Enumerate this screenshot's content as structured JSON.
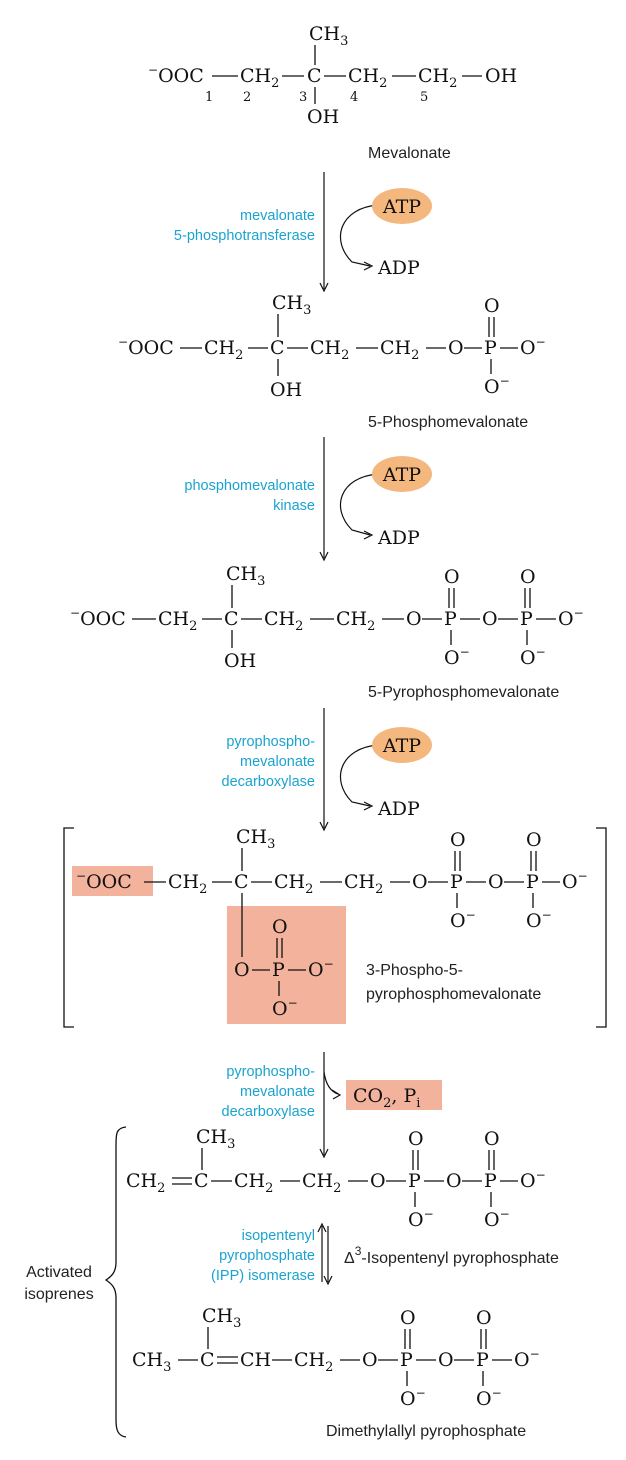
{
  "colors": {
    "enzyme_text": "#1ba3d0",
    "cofactor_fill": "#f4b77e",
    "highlight_fill": "#f2b29c",
    "ink": "#111111"
  },
  "compounds": {
    "mevalonate": "Mevalonate",
    "phosphomevalonate": "5-Phosphomevalonate",
    "pyrophosphomevalonate": "5-Pyrophosphomevalonate",
    "phospho_pyro_line1": "3-Phospho-5-",
    "phospho_pyro_line2": "pyrophosphomevalonate",
    "ipp": "-Isopentenyl pyrophosphate",
    "ipp_delta": "Δ",
    "ipp_sup": "3",
    "dmapp": "Dimethylallyl pyrophosphate"
  },
  "enzymes": {
    "step1": [
      "mevalonate",
      "5-phosphotransferase"
    ],
    "step2": [
      "phosphomevalonate",
      "kinase"
    ],
    "step3": [
      "pyrophospho-",
      "mevalonate",
      "decarboxylase"
    ],
    "step4": [
      "pyrophospho-",
      "mevalonate",
      "decarboxylase"
    ],
    "isomerase": [
      "isopentenyl",
      "pyrophosphate",
      "(IPP) isomerase"
    ]
  },
  "cofactors": {
    "atp": "ATP",
    "adp": "ADP",
    "co2": "CO",
    "co2_sub": "2",
    "pi": "P",
    "pi_sub": "i",
    "sep": ","
  },
  "group_label": [
    "Activated",
    "isoprenes"
  ],
  "atoms": {
    "coo": "OOC",
    "minus": "−",
    "ch2": "CH",
    "ch3": "CH",
    "ch": "CH",
    "c": "C",
    "oh": "OH",
    "o": "O",
    "p": "P",
    "o_minus": "O",
    "two": "2",
    "three": "3"
  },
  "carbon_numbers": [
    "1",
    "2",
    "3",
    "4",
    "5"
  ]
}
